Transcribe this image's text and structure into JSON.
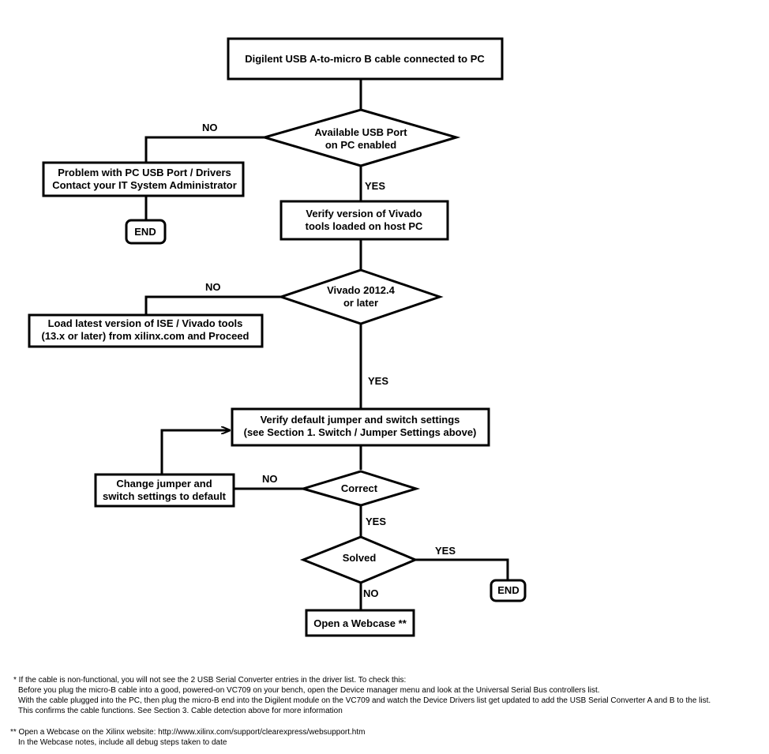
{
  "nodes": {
    "start": "Digilent USB A-to-micro B cable connected to PC",
    "usb_port": [
      "Available USB Port",
      "on PC enabled"
    ],
    "pc_problem": [
      "Problem with PC USB Port / Drivers",
      "Contact your IT System Administrator"
    ],
    "end_1": "END",
    "verify_vivado": [
      "Verify version of Vivado",
      "tools loaded on host PC"
    ],
    "vivado_version": [
      "Vivado 2012.4",
      "or later"
    ],
    "load_tools": [
      "Load latest version of ISE / Vivado tools",
      "(13.x or later) from xilinx.com and Proceed"
    ],
    "verify_jumper": [
      "Verify default jumper and switch settings",
      "(see Section 1. Switch / Jumper Settings above)"
    ],
    "change_jumper": [
      "Change jumper and",
      "switch settings to default"
    ],
    "correct": "Correct",
    "solved": "Solved",
    "end_2": "END",
    "webcase": "Open a Webcase **"
  },
  "labels": {
    "no_usb": "NO",
    "yes_usb": "YES",
    "no_vivado": "NO",
    "yes_vivado": "YES",
    "no_correct": "NO",
    "yes_correct": "YES",
    "yes_solved": "YES",
    "no_solved": "NO"
  },
  "notes": {
    "footnote_1": [
      "* If the cable is non-functional, you will not see the 2 USB Serial Converter entries in the driver list.  To check this:",
      "Before you plug the micro-B cable into a good, powered-on VC709 on your bench, open the Device manager menu and look at the Universal Serial Bus controllers list.",
      "With the cable plugged into the PC, then plug the micro-B end into the Digilent module on the VC709 and watch the Device Drivers list get updated to add the USB Serial Converter A and B to the list.",
      "This confirms the cable functions.  See Section 3. Cable detection above for more information"
    ],
    "footnote_2": [
      "** Open a Webcase on the Xilinx website: http://www.xilinx.com/support/clearexpress/websupport.htm",
      "In the Webcase notes, include all debug steps taken to date"
    ]
  }
}
